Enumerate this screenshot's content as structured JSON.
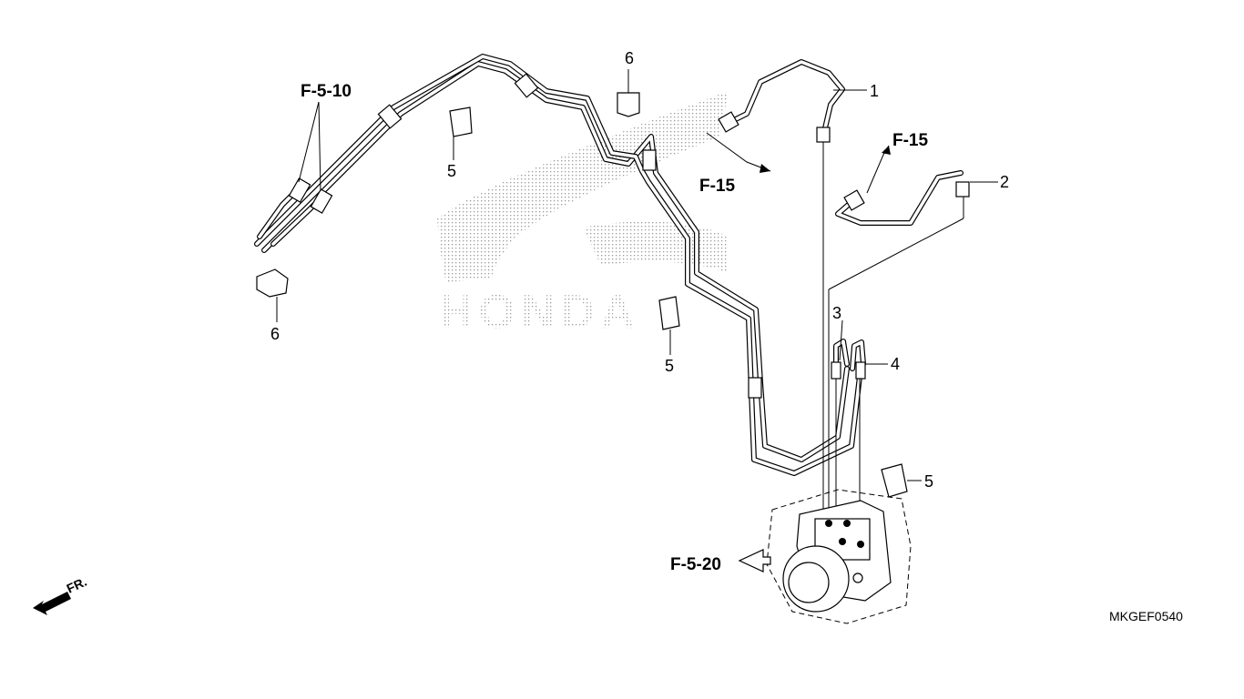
{
  "diagram": {
    "watermark_text": "HONDA",
    "references": {
      "f510": "F-5-10",
      "f15_left": "F-15",
      "f15_right": "F-15",
      "f520": "F-5-20"
    },
    "callouts": [
      {
        "id": "c1",
        "label": "1"
      },
      {
        "id": "c2",
        "label": "2"
      },
      {
        "id": "c3",
        "label": "3"
      },
      {
        "id": "c4",
        "label": "4"
      },
      {
        "id": "c5a",
        "label": "5"
      },
      {
        "id": "c5b",
        "label": "5"
      },
      {
        "id": "c5c",
        "label": "5"
      },
      {
        "id": "c6a",
        "label": "6"
      },
      {
        "id": "c6b",
        "label": "6"
      }
    ],
    "direction_label": "FR.",
    "diagram_code": "MKGEF0540"
  }
}
